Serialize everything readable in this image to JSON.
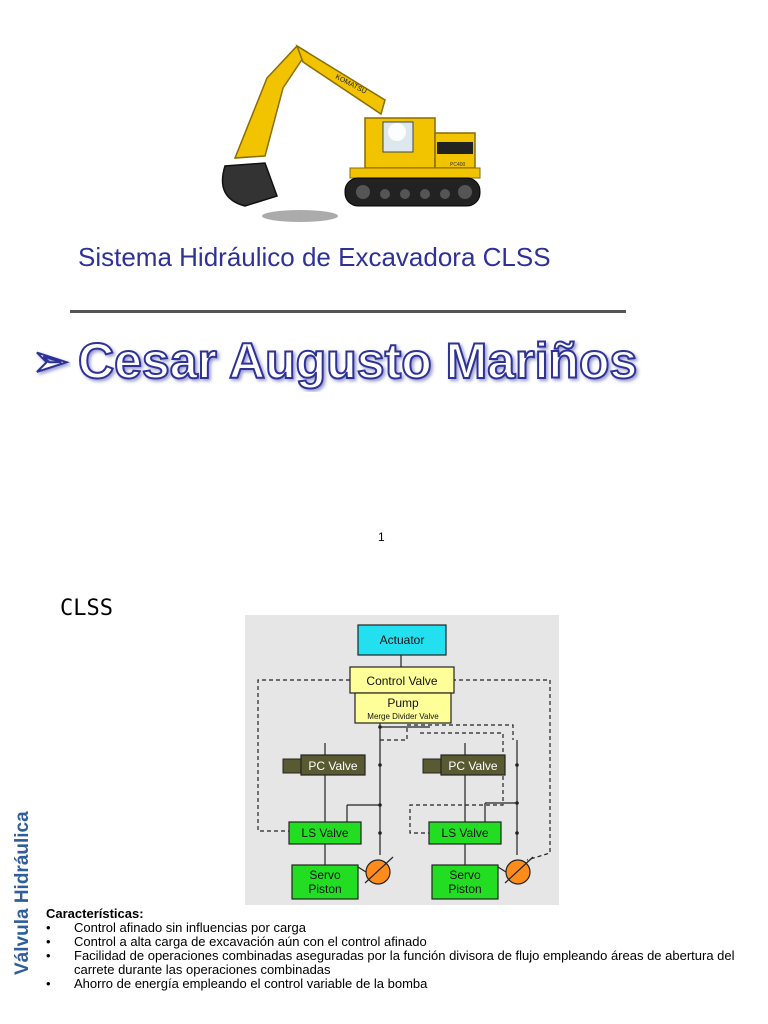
{
  "slide1": {
    "subtitle": "Sistema Hidráulico de Excavadora CLSS",
    "author_arrow": "➢",
    "author": "Cesar Augusto Mariños",
    "page_number": "1",
    "excavator_brand": "KOMATSU",
    "excavator_model": "PC400"
  },
  "slide2": {
    "heading": "CLSS",
    "side_label": "Válvula Hidráulica",
    "diagram": {
      "actuator": "Actuator",
      "control_valve": "Control Valve",
      "pump": "Pump",
      "merge_divider": "Merge Divider Valve",
      "pc_valve_left": "PC Valve",
      "pc_valve_right": "PC Valve",
      "ls_valve_left": "LS Valve",
      "ls_valve_right": "LS Valve",
      "servo_left_1": "Servo",
      "servo_left_2": "Piston",
      "servo_right_1": "Servo",
      "servo_right_2": "Piston"
    },
    "features_title": "Características:",
    "bullet": "•",
    "features": [
      "Control afinado sin influencias por carga",
      "Control a alta carga de excavación aún con el control afinado",
      "Facilidad de operaciones combinadas aseguradas por la función divisora de flujo empleando áreas de abertura del carrete durante las operaciones combinadas",
      "Ahorro de energía empleando el control variable de la bomba"
    ]
  },
  "colors": {
    "subtitle": "#2e3196",
    "author_fill": "#ffffff",
    "author_stroke": "#2e3196",
    "actuator": "#22e0f0",
    "control_valve": "#ffff99",
    "pc_valve": "#5a5a32",
    "ls_valve": "#22dd22",
    "side_label": "#2e5f9a"
  }
}
